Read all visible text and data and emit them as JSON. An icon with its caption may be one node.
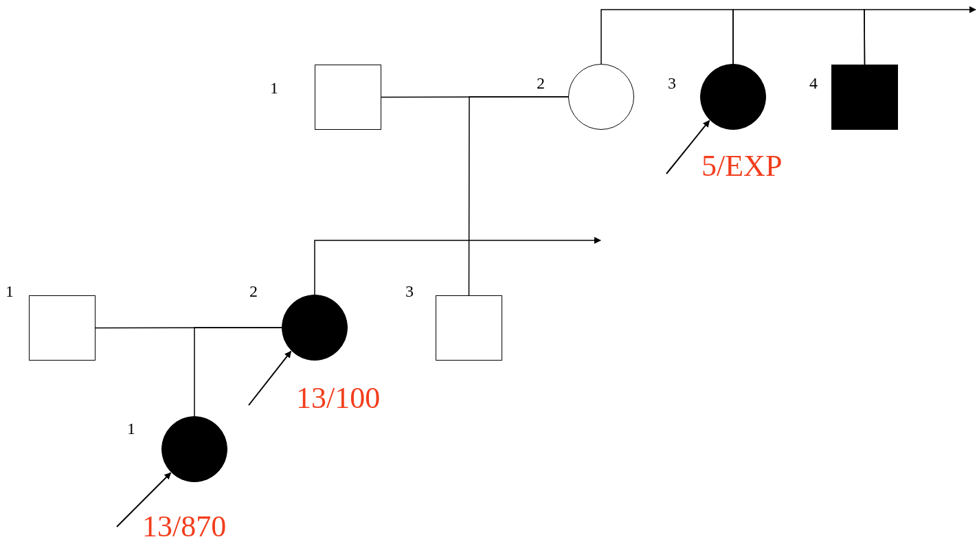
{
  "diagram": {
    "nodes": [
      {
        "text": [],
        "shape": "box",
        "beside": [
          "1"
        ]
      },
      {
        "text": [],
        "shape": "circle",
        "beside": [
          "2"
        ]
      },
      {
        "text": [],
        "shape": "circle",
        "beside": [
          "3",
          "5/EXP"
        ]
      },
      {
        "text": [],
        "shape": "box",
        "beside": [
          "4"
        ]
      },
      {
        "text": [],
        "shape": "box",
        "beside": [
          "1"
        ]
      },
      {
        "text": [],
        "shape": "circle",
        "beside": [
          "2",
          "13/100"
        ]
      },
      {
        "text": [],
        "shape": "box",
        "beside": [
          "3"
        ]
      },
      {
        "text": [],
        "shape": "circle",
        "beside": [
          "1",
          "13/870"
        ]
      }
    ],
    "edges": [
      {
        "from": 0,
        "to": 1,
        "arrow": "none"
      },
      {
        "from": 1,
        "to": 6,
        "arrow": "none"
      },
      {
        "from": 1,
        "to": 2,
        "arrow": "none"
      },
      {
        "from": 2,
        "to": 3,
        "arrow": "none"
      },
      {
        "from": 3,
        "to": null,
        "arrow": "to"
      },
      {
        "from": null,
        "to": 2,
        "arrow": "to"
      },
      {
        "from": 5,
        "to": null,
        "arrow": "to"
      },
      {
        "from": 4,
        "to": 5,
        "arrow": "none"
      },
      {
        "from": 5,
        "to": 7,
        "arrow": "none"
      },
      {
        "from": null,
        "to": 5,
        "arrow": "to"
      },
      {
        "from": null,
        "to": 7,
        "arrow": "to"
      }
    ]
  }
}
